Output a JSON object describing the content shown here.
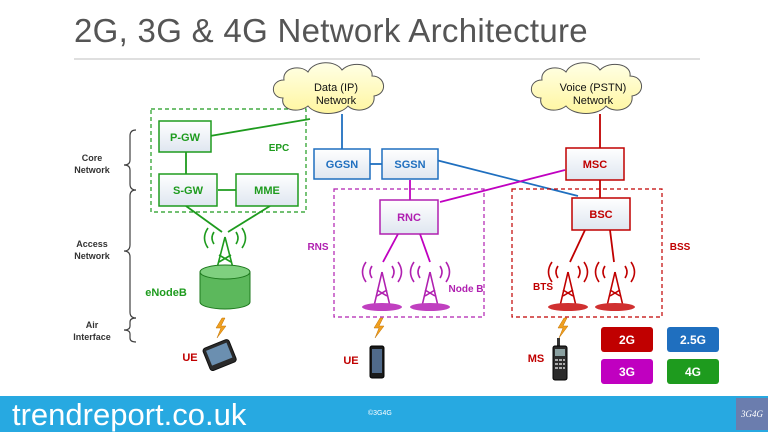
{
  "title": "2G, 3G & 4G Network Architecture",
  "layers": {
    "core": "Core Network",
    "access": "Access Network",
    "air": "Air Interface"
  },
  "clouds": {
    "data": "Data (IP) Network",
    "voice": "Voice (PSTN) Network"
  },
  "lte": {
    "pgw": "P-GW",
    "sgw": "S-GW",
    "mme": "MME",
    "epc": "EPC",
    "enodeb": "eNodeB",
    "ue": "UE"
  },
  "umts": {
    "ggsn": "GGSN",
    "sgsn": "SGSN",
    "rnc": "RNC",
    "rns": "RNS",
    "nodeb": "Node B",
    "ue": "UE"
  },
  "gsm": {
    "msc": "MSC",
    "bsc": "BSC",
    "bts": "BTS",
    "bss": "BSS",
    "ms": "MS"
  },
  "legend": [
    {
      "label": "2G",
      "color": "#c00000"
    },
    {
      "label": "2.5G",
      "color": "#1f6fbf"
    },
    {
      "label": "3G",
      "color": "#c000c0"
    },
    {
      "label": "4G",
      "color": "#1e9b1e"
    }
  ],
  "colors": {
    "green": "#1e9b1e",
    "purple": "#b020b0",
    "red": "#c00000",
    "blue": "#1f6fbf",
    "cloud": "#ffffc8"
  },
  "footer": {
    "site": "trendreport.co.uk",
    "copyright": "©3G4G",
    "logo": "3G4G"
  }
}
